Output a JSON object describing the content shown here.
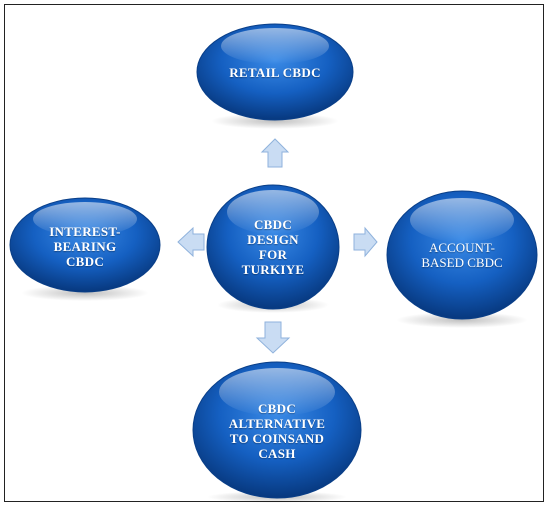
{
  "diagram": {
    "center": {
      "label": "CBDC\nDESIGN\nFOR\nTURKIYE"
    },
    "top": {
      "label": "RETAIL  CBDC"
    },
    "right": {
      "label": "ACCOUNT-\nBASED CBDC"
    },
    "bottom": {
      "label": "CBDC\nALTERNATIVE\nTO COINSAND\nCASH"
    },
    "left": {
      "label": "INTEREST-\nBEARING\nCBDC"
    }
  },
  "colors": {
    "node_dark": "#0b4fa8",
    "node_mid": "#1f6fd1",
    "node_highlight": "#7fb3f0",
    "arrow_fill": "#c9dcf3",
    "arrow_stroke": "#8fb2dc"
  }
}
